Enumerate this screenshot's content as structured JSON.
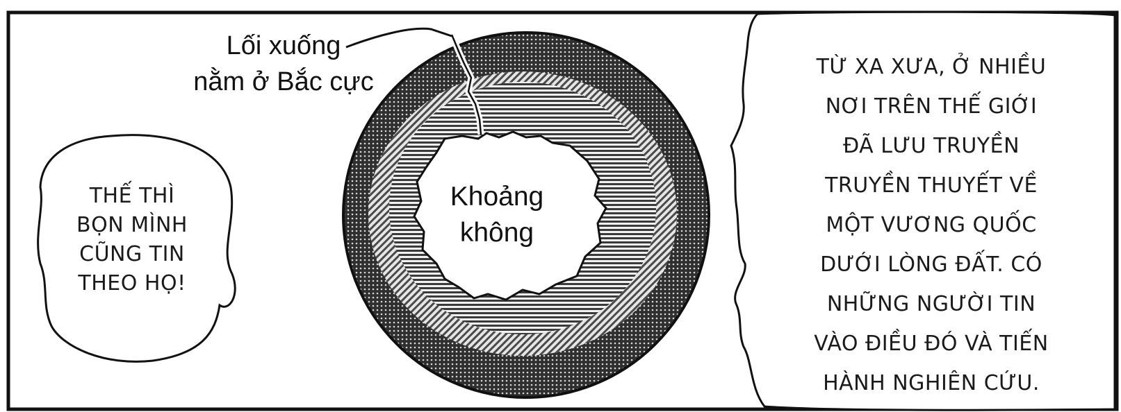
{
  "panel": {
    "left_bubble_text": "THẾ THÌ\nBỌN MÌNH\nCŨNG TIN\nTHEO HỌ!",
    "right_bubble_text": "TỪ XA XƯA, Ở NHIỀU\nNƠI TRÊN THẾ GIỚI\nĐÃ LƯU TRUYỀN\nTRUYỀN THUYẾT VỀ\nMỘT VƯƠNG QUỐC\nDƯỚI LÒNG ĐẤT. CÓ\nNHỮNG NGƯỜI TIN\nVÀO ĐIỀU ĐÓ VÀ TIẾN\nHÀNH NGHIÊN CỨU.",
    "north_pole_label": "Lối xuống\nnằm ở Bắc cực",
    "void_label": "Khoảng\nkhông"
  },
  "colors": {
    "ink": "#111111",
    "paper": "#ffffff",
    "mid_tone": "#8a8a8a",
    "dark_tone": "#3a3a3a"
  }
}
